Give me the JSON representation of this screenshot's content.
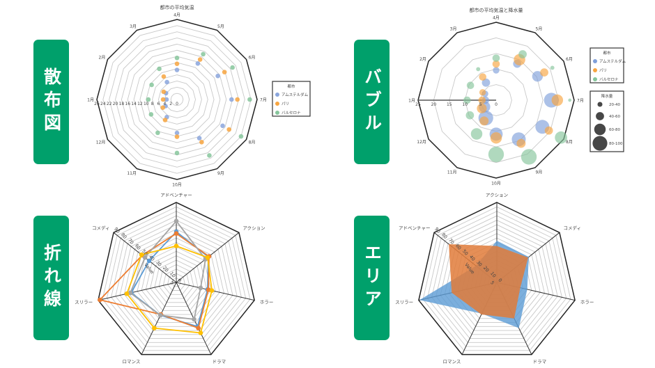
{
  "labels": {
    "scatter": "散布図",
    "bubble": "バブル",
    "line": "折れ線",
    "area": "エリア"
  },
  "colors": {
    "tag_green": "#00a06b"
  },
  "chart_data": [
    {
      "type": "scatter",
      "subtype": "radar",
      "title": "都市の平均気温",
      "categories": [
        "4月",
        "5月",
        "6月",
        "7月",
        "8月",
        "9月",
        "10月",
        "11月",
        "12月",
        "1月",
        "2月",
        "3月"
      ],
      "radial_ticks": [
        0,
        2,
        4,
        6,
        8,
        10,
        12,
        14,
        16,
        18,
        20,
        22,
        24,
        26
      ],
      "rlim": [
        0,
        26
      ],
      "legend": {
        "title": "都市",
        "position": "right"
      },
      "series": [
        {
          "name": "アムステルダム",
          "color": "#8aa5dc",
          "values": [
            9.6,
            13.5,
            15.3,
            17.7,
            17.1,
            14.5,
            10.9,
            6.6,
            4.3,
            3.4,
            4.1,
            6.5
          ]
        },
        {
          "name": "パリ",
          "color": "#f7a540",
          "values": [
            11.6,
            15.0,
            17.8,
            19.6,
            19.5,
            16.0,
            12.1,
            7.7,
            5.3,
            4.5,
            5.0,
            8.6
          ]
        },
        {
          "name": "バルセロナ",
          "color": "#86c59b",
          "values": [
            13.5,
            17.0,
            20.8,
            23.6,
            24.0,
            21.0,
            17.4,
            12.5,
            9.7,
            9.3,
            9.5,
            11.5
          ]
        }
      ]
    },
    {
      "type": "scatter",
      "subtype": "radar-bubble",
      "title": "都市の平均気温と降水量",
      "categories": [
        "4月",
        "5月",
        "6月",
        "7月",
        "8月",
        "9月",
        "10月",
        "11月",
        "12月",
        "1月",
        "2月",
        "3月"
      ],
      "radial_ticks": [
        0,
        5,
        10,
        15,
        20,
        25
      ],
      "rlim": [
        0,
        25
      ],
      "legend": {
        "title": "都市",
        "position": "right"
      },
      "size_legend": {
        "title": "降水量",
        "entries": [
          {
            "label": "20-40",
            "value": 30
          },
          {
            "label": "40-60",
            "value": 50
          },
          {
            "label": "60-80",
            "value": 70
          },
          {
            "label": "80-100",
            "value": 90
          }
        ]
      },
      "series": [
        {
          "name": "アムステルダム",
          "color": "#7f9fda",
          "values": [
            9.6,
            13.5,
            15.3,
            17.7,
            17.1,
            14.5,
            10.9,
            6.6,
            4.3,
            3.4,
            4.1,
            6.5
          ],
          "precipitation": [
            40,
            50,
            65,
            90,
            85,
            85,
            80,
            90,
            70,
            45,
            40,
            50
          ]
        },
        {
          "name": "パリ",
          "color": "#f7a540",
          "values": [
            11.6,
            15.0,
            17.8,
            19.6,
            19.5,
            16.0,
            12.1,
            7.7,
            5.3,
            4.5,
            5.0,
            8.6
          ],
          "precipitation": [
            45,
            70,
            50,
            70,
            50,
            55,
            70,
            55,
            60,
            45,
            40,
            45
          ]
        },
        {
          "name": "バルセロナ",
          "color": "#86c59b",
          "values": [
            13.5,
            17.0,
            20.8,
            23.6,
            24.0,
            21.0,
            17.4,
            12.5,
            9.7,
            9.3,
            9.5,
            11.5
          ],
          "precipitation": [
            45,
            50,
            25,
            20,
            75,
            95,
            95,
            70,
            50,
            45,
            45,
            25
          ]
        }
      ]
    },
    {
      "type": "line",
      "subtype": "radar",
      "categories": [
        "アドベンチャー",
        "アクション",
        "ホラー",
        "ドラマ",
        "ロマンス",
        "スリラー",
        "コメディ"
      ],
      "radial_ticks": [
        0,
        5,
        10,
        20,
        30,
        40,
        50,
        60,
        70,
        80,
        90
      ],
      "rlim": [
        0,
        90
      ],
      "ylabel": "Value",
      "series": [
        {
          "color": "#5b9bd5",
          "values": [
            57,
            46,
            36,
            55,
            41,
            52,
            39
          ]
        },
        {
          "color": "#ed7d31",
          "values": [
            55,
            47,
            37,
            57,
            40,
            88,
            49
          ]
        },
        {
          "color": "#a5a5a5",
          "values": [
            69,
            42,
            28,
            46,
            41,
            53,
            45
          ]
        },
        {
          "color": "#ffc000",
          "values": [
            41,
            45,
            41,
            63,
            57,
            57,
            50
          ]
        }
      ]
    },
    {
      "type": "area",
      "subtype": "radar",
      "categories": [
        "アクション",
        "コメディ",
        "ホラー",
        "ドラマ",
        "ロマンス",
        "スリラー",
        "アドベンチャー"
      ],
      "radial_ticks": [
        0,
        5,
        10,
        20,
        30,
        40,
        50,
        60,
        70,
        80,
        90
      ],
      "rlim": [
        0,
        90
      ],
      "ylabel": "Value",
      "series": [
        {
          "color": "#5b9bd5",
          "values": [
            47,
            46,
            35,
            57,
            39,
            89,
            30
          ]
        },
        {
          "color": "#e07b39",
          "values": [
            41,
            45,
            27,
            45,
            40,
            52,
            69
          ]
        }
      ]
    }
  ]
}
